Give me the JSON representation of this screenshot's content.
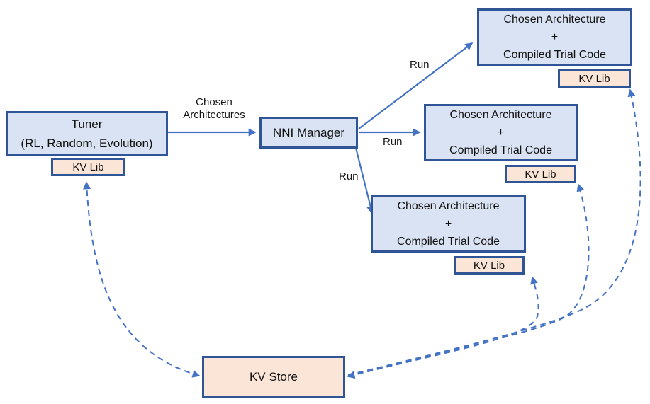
{
  "nodes": {
    "tuner": {
      "line1": "Tuner",
      "line2": "(RL, Random, Evolution)"
    },
    "nni_manager": {
      "label": "NNI Manager"
    },
    "arch_box": {
      "line1": "Chosen Architecture",
      "line2": "+",
      "line3": "Compiled Trial Code"
    },
    "kv_lib": {
      "label": "KV Lib"
    },
    "kv_store": {
      "label": "KV Store"
    }
  },
  "edge_labels": {
    "chosen_architectures": {
      "line1": "Chosen",
      "line2": "Architectures"
    },
    "run_top": "Run",
    "run_middle": "Run",
    "run_bottom": "Run"
  },
  "colors": {
    "arrow": "#4472C4",
    "box_border": "#2F5597",
    "architecture_fill": "#DAE3F3",
    "kv_fill": "#FBE5D6",
    "background": "#FFFFFF",
    "text": "#111111"
  }
}
